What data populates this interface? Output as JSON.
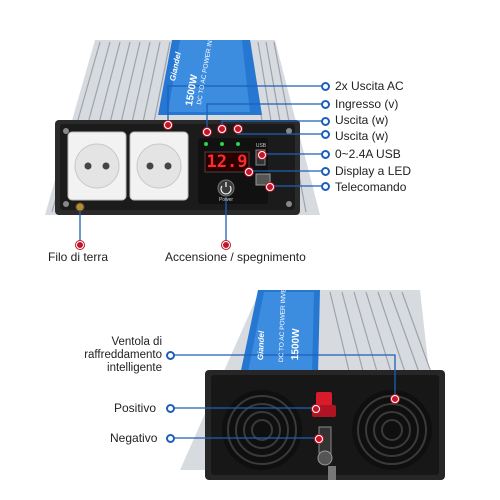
{
  "top_product": {
    "brand": "Giandel",
    "side_text": "DC TO AC POWER INVERTER",
    "wattage": "1500W",
    "display_value": "12.9",
    "power_label": "Power",
    "usb_label": "USB",
    "callouts": [
      "2x Uscita AC",
      "Ingresso (v)",
      "Uscita (w)",
      "Uscita (w)",
      "0~2.4A USB",
      "Display a LED",
      "Telecomando"
    ],
    "bottom_left": "Filo di terra",
    "bottom_center": "Accensione / spegnimento"
  },
  "bottom_product": {
    "brand": "Giandel",
    "side_text": "DC TO AC POWER INVERTER",
    "wattage": "1500W",
    "callouts": {
      "fan": "Ventola di\nraffreddamento\nintelligente",
      "positive": "Positivo",
      "negative": "Negativo"
    }
  },
  "colors": {
    "callout_line": "#1d5fb8",
    "marker": "#c0182a",
    "panel": "#1a1a1a",
    "display_red": "#ff2a2a",
    "body_silver": "#c8ccd2",
    "label_blue": "#1f6fc8"
  }
}
